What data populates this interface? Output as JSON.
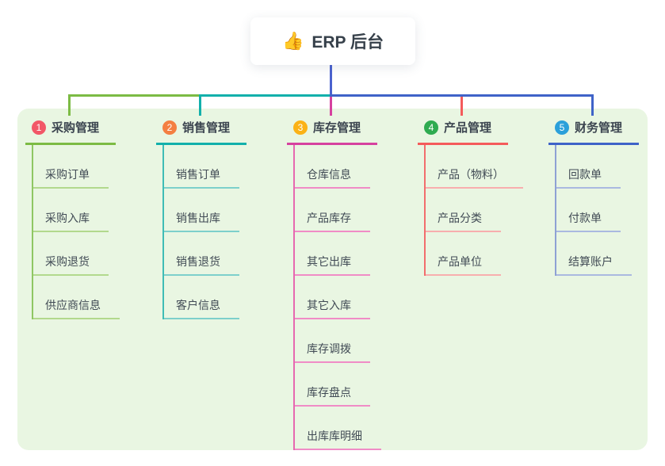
{
  "root": {
    "icon": "👍",
    "icon_name": "thumbs-up-icon",
    "title": "ERP 后台",
    "line_color": "#4a62cf"
  },
  "panel": {
    "background": "#e9f6e2"
  },
  "branches": [
    {
      "num": "1",
      "label": "采购管理",
      "circle_color": "#f25767",
      "line_color": "#7cbb44",
      "trunk_color": "#8fc763",
      "child_line_color": "#b2d98d",
      "children": [
        "采购订单",
        "采购入库",
        "采购退货",
        "供应商信息"
      ]
    },
    {
      "num": "2",
      "label": "销售管理",
      "circle_color": "#f47f42",
      "line_color": "#12b0ab",
      "trunk_color": "#3fbcb6",
      "child_line_color": "#7dd0cb",
      "children": [
        "销售订单",
        "销售出库",
        "销售退货",
        "客户信息"
      ]
    },
    {
      "num": "3",
      "label": "库存管理",
      "circle_color": "#fbb216",
      "line_color": "#d6419f",
      "trunk_color": "#e668b0",
      "child_line_color": "#f08cc6",
      "children": [
        "仓库信息",
        "产品库存",
        "其它出库",
        "其它入库",
        "库存调拨",
        "库存盘点",
        "出库库明细"
      ]
    },
    {
      "num": "4",
      "label": "产品管理",
      "circle_color": "#2fab50",
      "line_color": "#f45b5b",
      "trunk_color": "#f26d6d",
      "child_line_color": "#f8aeae",
      "children": [
        "产品（物料）",
        "产品分类",
        "产品单位"
      ]
    },
    {
      "num": "5",
      "label": "财务管理",
      "circle_color": "#2ba0da",
      "line_color": "#3f63c8",
      "trunk_color": "#8ea1d4",
      "child_line_color": "#aab9e0",
      "children": [
        "回款单",
        "付款单",
        "结算账户"
      ]
    }
  ]
}
